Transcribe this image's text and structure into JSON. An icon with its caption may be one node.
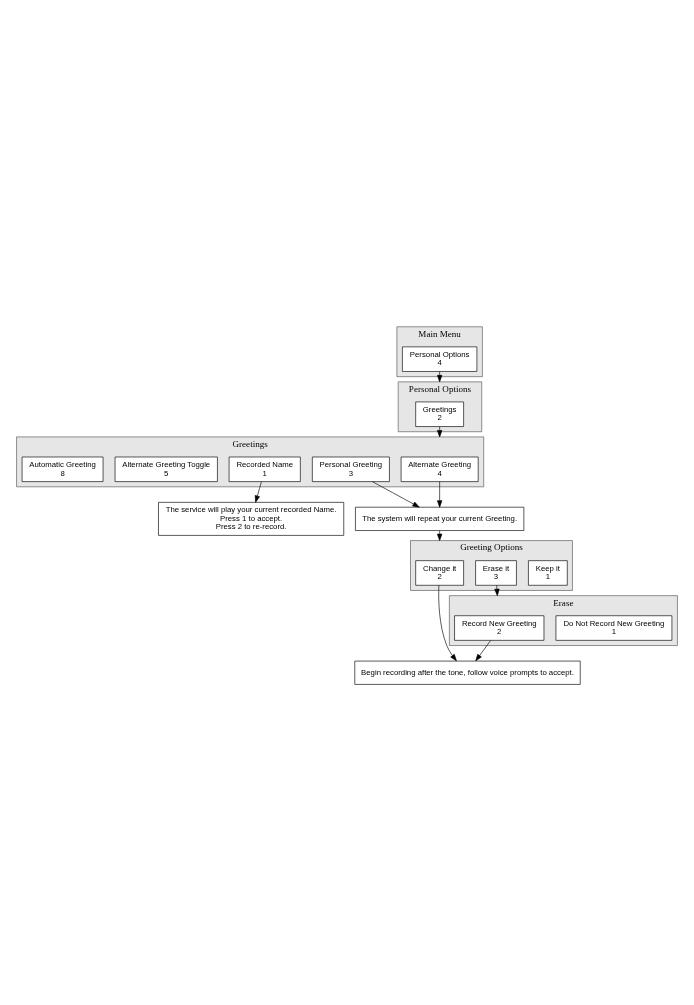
{
  "diagram": {
    "nodes": [
      {
        "text": [
          "Main Menu"
        ]
      },
      {
        "text": [
          "Personal Options",
          "4"
        ],
        "in": 0
      },
      {
        "text": [
          "Personal Options"
        ]
      },
      {
        "text": [
          "Greetings",
          "2"
        ],
        "in": 2
      },
      {
        "text": [
          "Greetings"
        ]
      },
      {
        "text": [
          "Recorded Name",
          "1"
        ],
        "in": 4
      },
      {
        "text": [
          "Personal Greeting",
          "3"
        ],
        "in": 4
      },
      {
        "text": [
          "Alternate Greeting",
          "4"
        ],
        "in": 4
      },
      {
        "text": [
          "Alternate Greeting Toggle",
          "5"
        ],
        "in": 4
      },
      {
        "text": [
          "Automatic Greeting",
          "8"
        ],
        "in": 4
      },
      {
        "text": [
          "The system will repeat your current Greeting."
        ]
      },
      {
        "text": [
          "Greeting Options"
        ]
      },
      {
        "text": [
          "Keep it",
          "1"
        ],
        "in": 11
      },
      {
        "text": [
          "Change it",
          "2"
        ],
        "in": 11
      },
      {
        "text": [
          "Erase it",
          "3"
        ],
        "in": 11
      },
      {
        "text": [
          "The service will play your current recorded Name.",
          "Press 1 to accept.",
          "Press 2 to re-record."
        ]
      },
      {
        "text": [
          "Begin recording after the tone, follow voice prompts to accept."
        ]
      },
      {
        "text": [
          "Erase"
        ]
      },
      {
        "text": [
          "Do Not Record New Greeting",
          "1"
        ],
        "in": 17
      },
      {
        "text": [
          "Record New Greeting",
          "2"
        ],
        "in": 17
      }
    ],
    "edges": [
      {
        "from": 1,
        "to": 2,
        "arrow": "to"
      },
      {
        "from": 3,
        "to": 4,
        "arrow": "to"
      },
      {
        "from": 5,
        "to": 15,
        "arrow": "to"
      },
      {
        "from": 6,
        "to": 10,
        "arrow": "to"
      },
      {
        "from": 7,
        "to": 10,
        "arrow": "to"
      },
      {
        "from": 10,
        "to": 11,
        "arrow": "to"
      },
      {
        "from": 13,
        "to": 16,
        "arrow": "to"
      },
      {
        "from": 14,
        "to": 17,
        "arrow": "to"
      },
      {
        "from": 19,
        "to": 16,
        "arrow": "to"
      }
    ]
  }
}
